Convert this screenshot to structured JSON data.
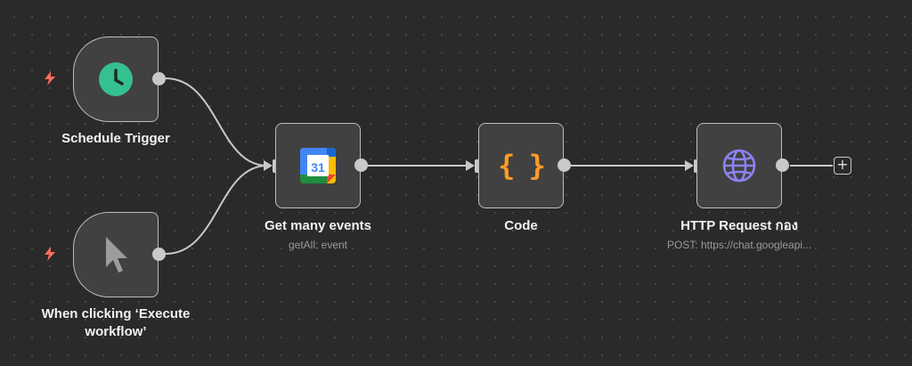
{
  "nodes": {
    "schedule_trigger": {
      "label": "Schedule Trigger",
      "icon": "clock-icon"
    },
    "manual_trigger": {
      "label": "When clicking ‘Execute workflow’",
      "icon": "cursor-icon"
    },
    "get_events": {
      "label": "Get many events",
      "subtitle": "getAll: event",
      "icon": "google-calendar-icon",
      "icon_text": "31"
    },
    "code": {
      "label": "Code",
      "icon": "braces-icon",
      "icon_text": "{ }"
    },
    "http_request": {
      "label": "HTTP Request กอง",
      "subtitle": "POST: https://chat.googleapi...",
      "icon": "globe-icon"
    }
  },
  "add_button": {
    "label": "+"
  },
  "colors": {
    "trigger_bolt": "#ff6d5a",
    "clock": "#35c08f",
    "braces": "#ff9b26",
    "globe": "#8b82f0"
  }
}
